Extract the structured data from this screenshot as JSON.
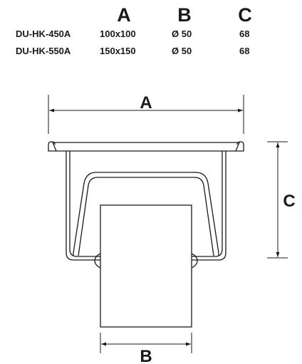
{
  "table": {
    "headers": [
      "A",
      "B",
      "C"
    ],
    "rows": [
      {
        "model": "DU-HK-450A",
        "a": "100x100",
        "b": "Ø 50",
        "c": "68"
      },
      {
        "model": "DU-HK-550A",
        "a": "150x150",
        "b": "Ø 50",
        "c": "68"
      }
    ]
  },
  "drawing": {
    "label_a": "A",
    "label_b": "B",
    "label_c": "C"
  },
  "colors": {
    "line": "#1a1a1a",
    "fill": "#ffffff"
  }
}
